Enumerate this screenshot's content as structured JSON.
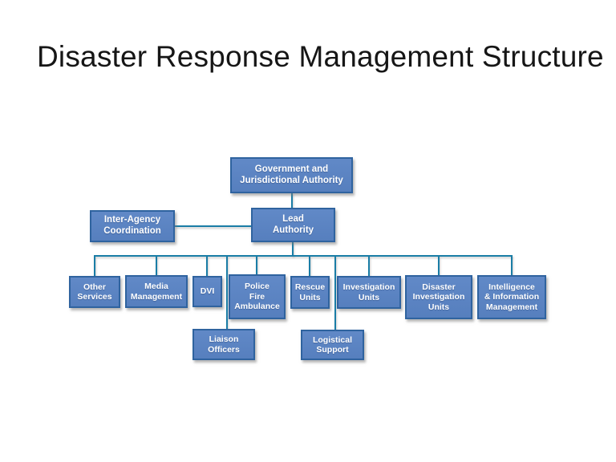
{
  "title": "Disaster Response Management Structure",
  "colors": {
    "box_fill": "#5b84c2",
    "box_border": "#2f639f",
    "box_text": "#ffffff",
    "connector": "#1a7da6",
    "background": "#ffffff",
    "title_text": "#161616"
  },
  "org": {
    "government": {
      "label": "Government and\nJurisdictional Authority"
    },
    "interagency": {
      "label": "Inter-Agency\nCoordination"
    },
    "lead": {
      "label": "Lead\nAuthority"
    },
    "other": {
      "label": "Other\nServices"
    },
    "media": {
      "label": "Media\nManagement"
    },
    "dvi": {
      "label": "DVI"
    },
    "police": {
      "label": "Police\nFire\nAmbulance"
    },
    "rescue": {
      "label": "Rescue\nUnits"
    },
    "investigation": {
      "label": "Investigation\nUnits"
    },
    "disaster": {
      "label": "Disaster\nInvestigation\nUnits"
    },
    "intelligence": {
      "label": "Intelligence\n& Information\nManagement"
    },
    "liaison": {
      "label": "Liaison\nOfficers"
    },
    "logistical": {
      "label": "Logistical\nSupport"
    }
  }
}
